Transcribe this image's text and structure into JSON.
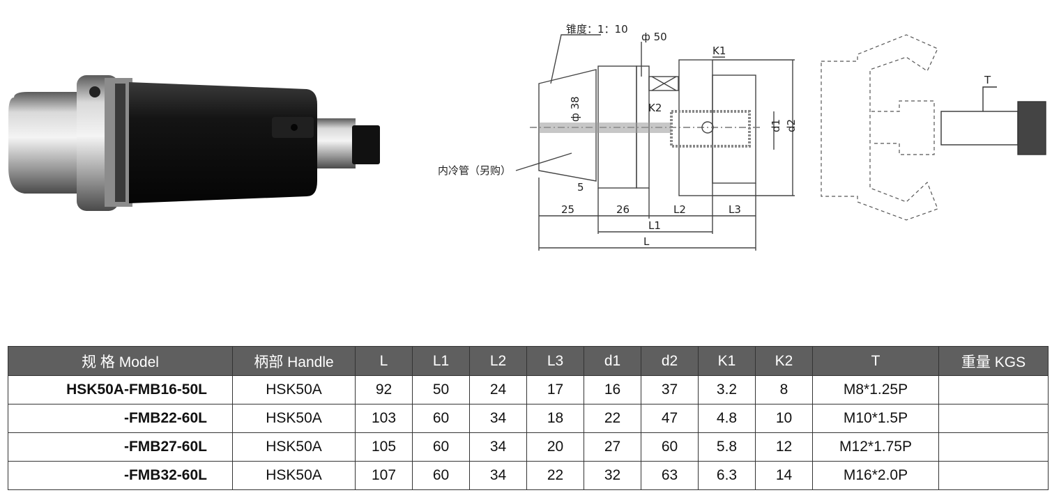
{
  "drawing": {
    "taper_label": "锥度：1：10",
    "phi50": "ф 50",
    "phi38": "ф 38",
    "coolant_label": "内冷管（另购）",
    "dim_5": "5",
    "dim_25": "25",
    "dim_26": "26",
    "dim_L2": "L2",
    "dim_L3": "L3",
    "dim_L1": "L1",
    "dim_L": "L",
    "dim_K1": "K1",
    "dim_K2": "K2",
    "dim_d1": "d1",
    "dim_d2": "d2",
    "dim_T": "T"
  },
  "table": {
    "headers": [
      "规 格 Model",
      "柄部 Handle",
      "L",
      "L1",
      "L2",
      "L3",
      "d1",
      "d2",
      "K1",
      "K2",
      "T",
      "重量 KGS"
    ],
    "rows": [
      [
        "HSK50A-FMB16-50L",
        "HSK50A",
        "92",
        "50",
        "24",
        "17",
        "16",
        "37",
        "3.2",
        "8",
        "M8*1.25P",
        ""
      ],
      [
        "-FMB22-60L",
        "HSK50A",
        "103",
        "60",
        "34",
        "18",
        "22",
        "47",
        "4.8",
        "10",
        "M10*1.5P",
        ""
      ],
      [
        "-FMB27-60L",
        "HSK50A",
        "105",
        "60",
        "34",
        "20",
        "27",
        "60",
        "5.8",
        "12",
        "M12*1.75P",
        ""
      ],
      [
        "-FMB32-60L",
        "HSK50A",
        "107",
        "60",
        "34",
        "22",
        "32",
        "63",
        "6.3",
        "14",
        "M16*2.0P",
        ""
      ]
    ]
  }
}
